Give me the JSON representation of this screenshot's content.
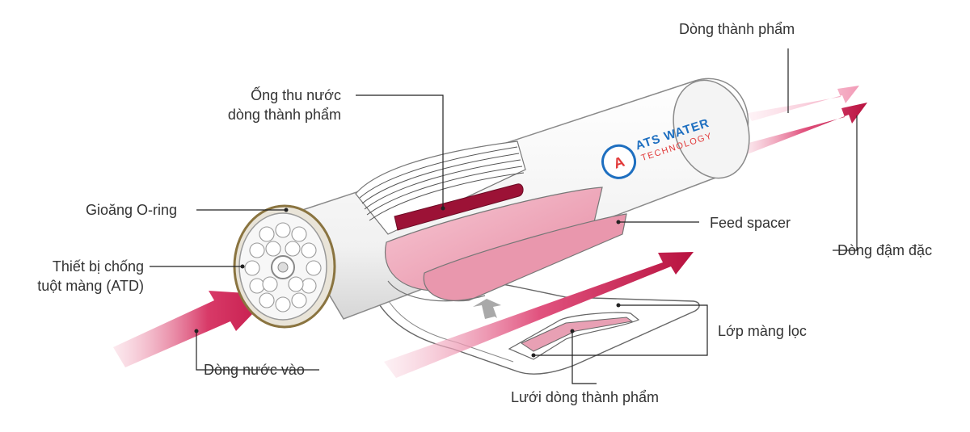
{
  "colors": {
    "arrow_dark": "#c4194a",
    "arrow_light": "#f3a7c0",
    "membrane_pink": "#e06a86",
    "logo_blue": "#1e6fc0",
    "logo_red": "#e23a3a",
    "text": "#333333",
    "leader": "#222222"
  },
  "logo": {
    "line1": "ATS WATER",
    "line2": "TECHNOLOGY"
  },
  "labels": {
    "permeate_out": "Dòng thành phẩm",
    "permeate_tube": [
      "Ống thu nước",
      "dòng thành phẩm"
    ],
    "oring": "Gioăng O-ring",
    "atd": [
      "Thiết bị chống",
      "tuột màng (ATD)"
    ],
    "feed_spacer": "Feed spacer",
    "concentrate": "Dòng đậm đặc",
    "membrane": "Lớp màng lọc",
    "feed_in": "Dòng nước vào",
    "permeate_spacer": "Lưới dòng thành phẩm"
  }
}
